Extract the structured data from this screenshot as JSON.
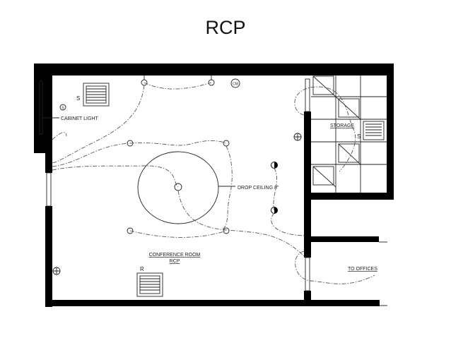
{
  "slide": {
    "title": "RCP"
  },
  "plan": {
    "labels": {
      "cabinet_light": "CABINET LIGHT",
      "storage": "STORAGE",
      "drop_ceiling": "DROP CEILING 8\"",
      "room_name": "CONFERENCE ROOM",
      "room_sub": "RCP",
      "to_offices": "TO OFFICES",
      "supply_conf": "S",
      "supply_storage": "S",
      "return_conf": "R",
      "cm": "CM",
      "switch": "S"
    },
    "colors": {
      "wall": "#000000",
      "line": "#222222"
    }
  }
}
